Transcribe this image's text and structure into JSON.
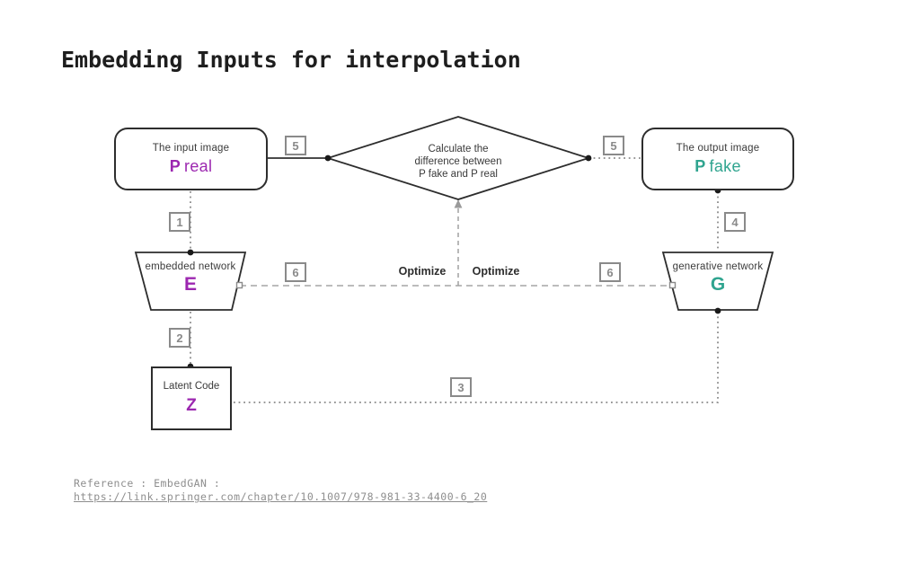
{
  "title": "Embedding Inputs for interpolation",
  "diagram": {
    "input_image": {
      "label": "The input image",
      "symbol": "P",
      "suffix": "real"
    },
    "output_image": {
      "label": "The output image",
      "symbol": "P",
      "suffix": "fake"
    },
    "difference": {
      "line1": "Calculate the",
      "line2": "difference between",
      "line3": "P fake and P real"
    },
    "embedded_network": {
      "label": "embedded network",
      "symbol": "E"
    },
    "generative_network": {
      "label": "generative network",
      "symbol": "G"
    },
    "latent_code": {
      "label": "Latent Code",
      "symbol": "Z"
    },
    "optimize_left": "Optimize",
    "optimize_right": "Optimize",
    "badges": {
      "step5_left": "5",
      "step5_right": "5",
      "step1": "1",
      "step4": "4",
      "step6_left": "6",
      "step6_right": "6",
      "step2": "2",
      "step3": "3"
    }
  },
  "colors": {
    "purple_accent": "#9c27b0",
    "teal_accent": "#2fa48f",
    "shape_border": "#2d2d2d",
    "badge_gray": "#8a8a8a",
    "connector_gray": "#8a8a8a",
    "dashed_gray": "#b3b3b3",
    "text_dark": "#3a3a3a",
    "reference_gray": "#8e8e8e"
  },
  "reference": {
    "label": "Reference : EmbedGAN :",
    "url": "https://link.springer.com/chapter/10.1007/978-981-33-4400-6_20"
  }
}
